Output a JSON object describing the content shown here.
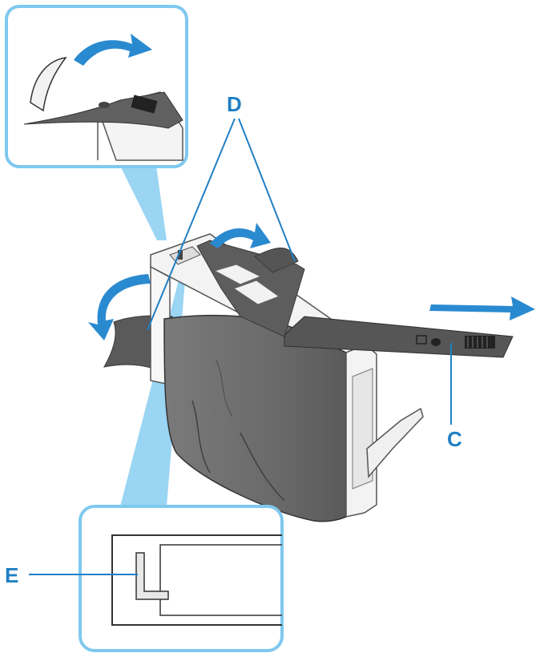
{
  "colors": {
    "accent": "#1f7fc4",
    "callout_border": "#7fc8ef",
    "callout_beam": "#8fd0f2",
    "arrow": "#2a8ad0",
    "cartridge_body": "#6d6d6d",
    "cartridge_dark": "#4a4a4a",
    "tape": "#555555",
    "label_text": "#1f7fc4"
  },
  "labels": {
    "d": "D",
    "c": "C",
    "e": "E"
  },
  "icons": {
    "peel_arrow": "curved-arrow-icon",
    "pull_arrow": "double-arrow-right-icon"
  }
}
